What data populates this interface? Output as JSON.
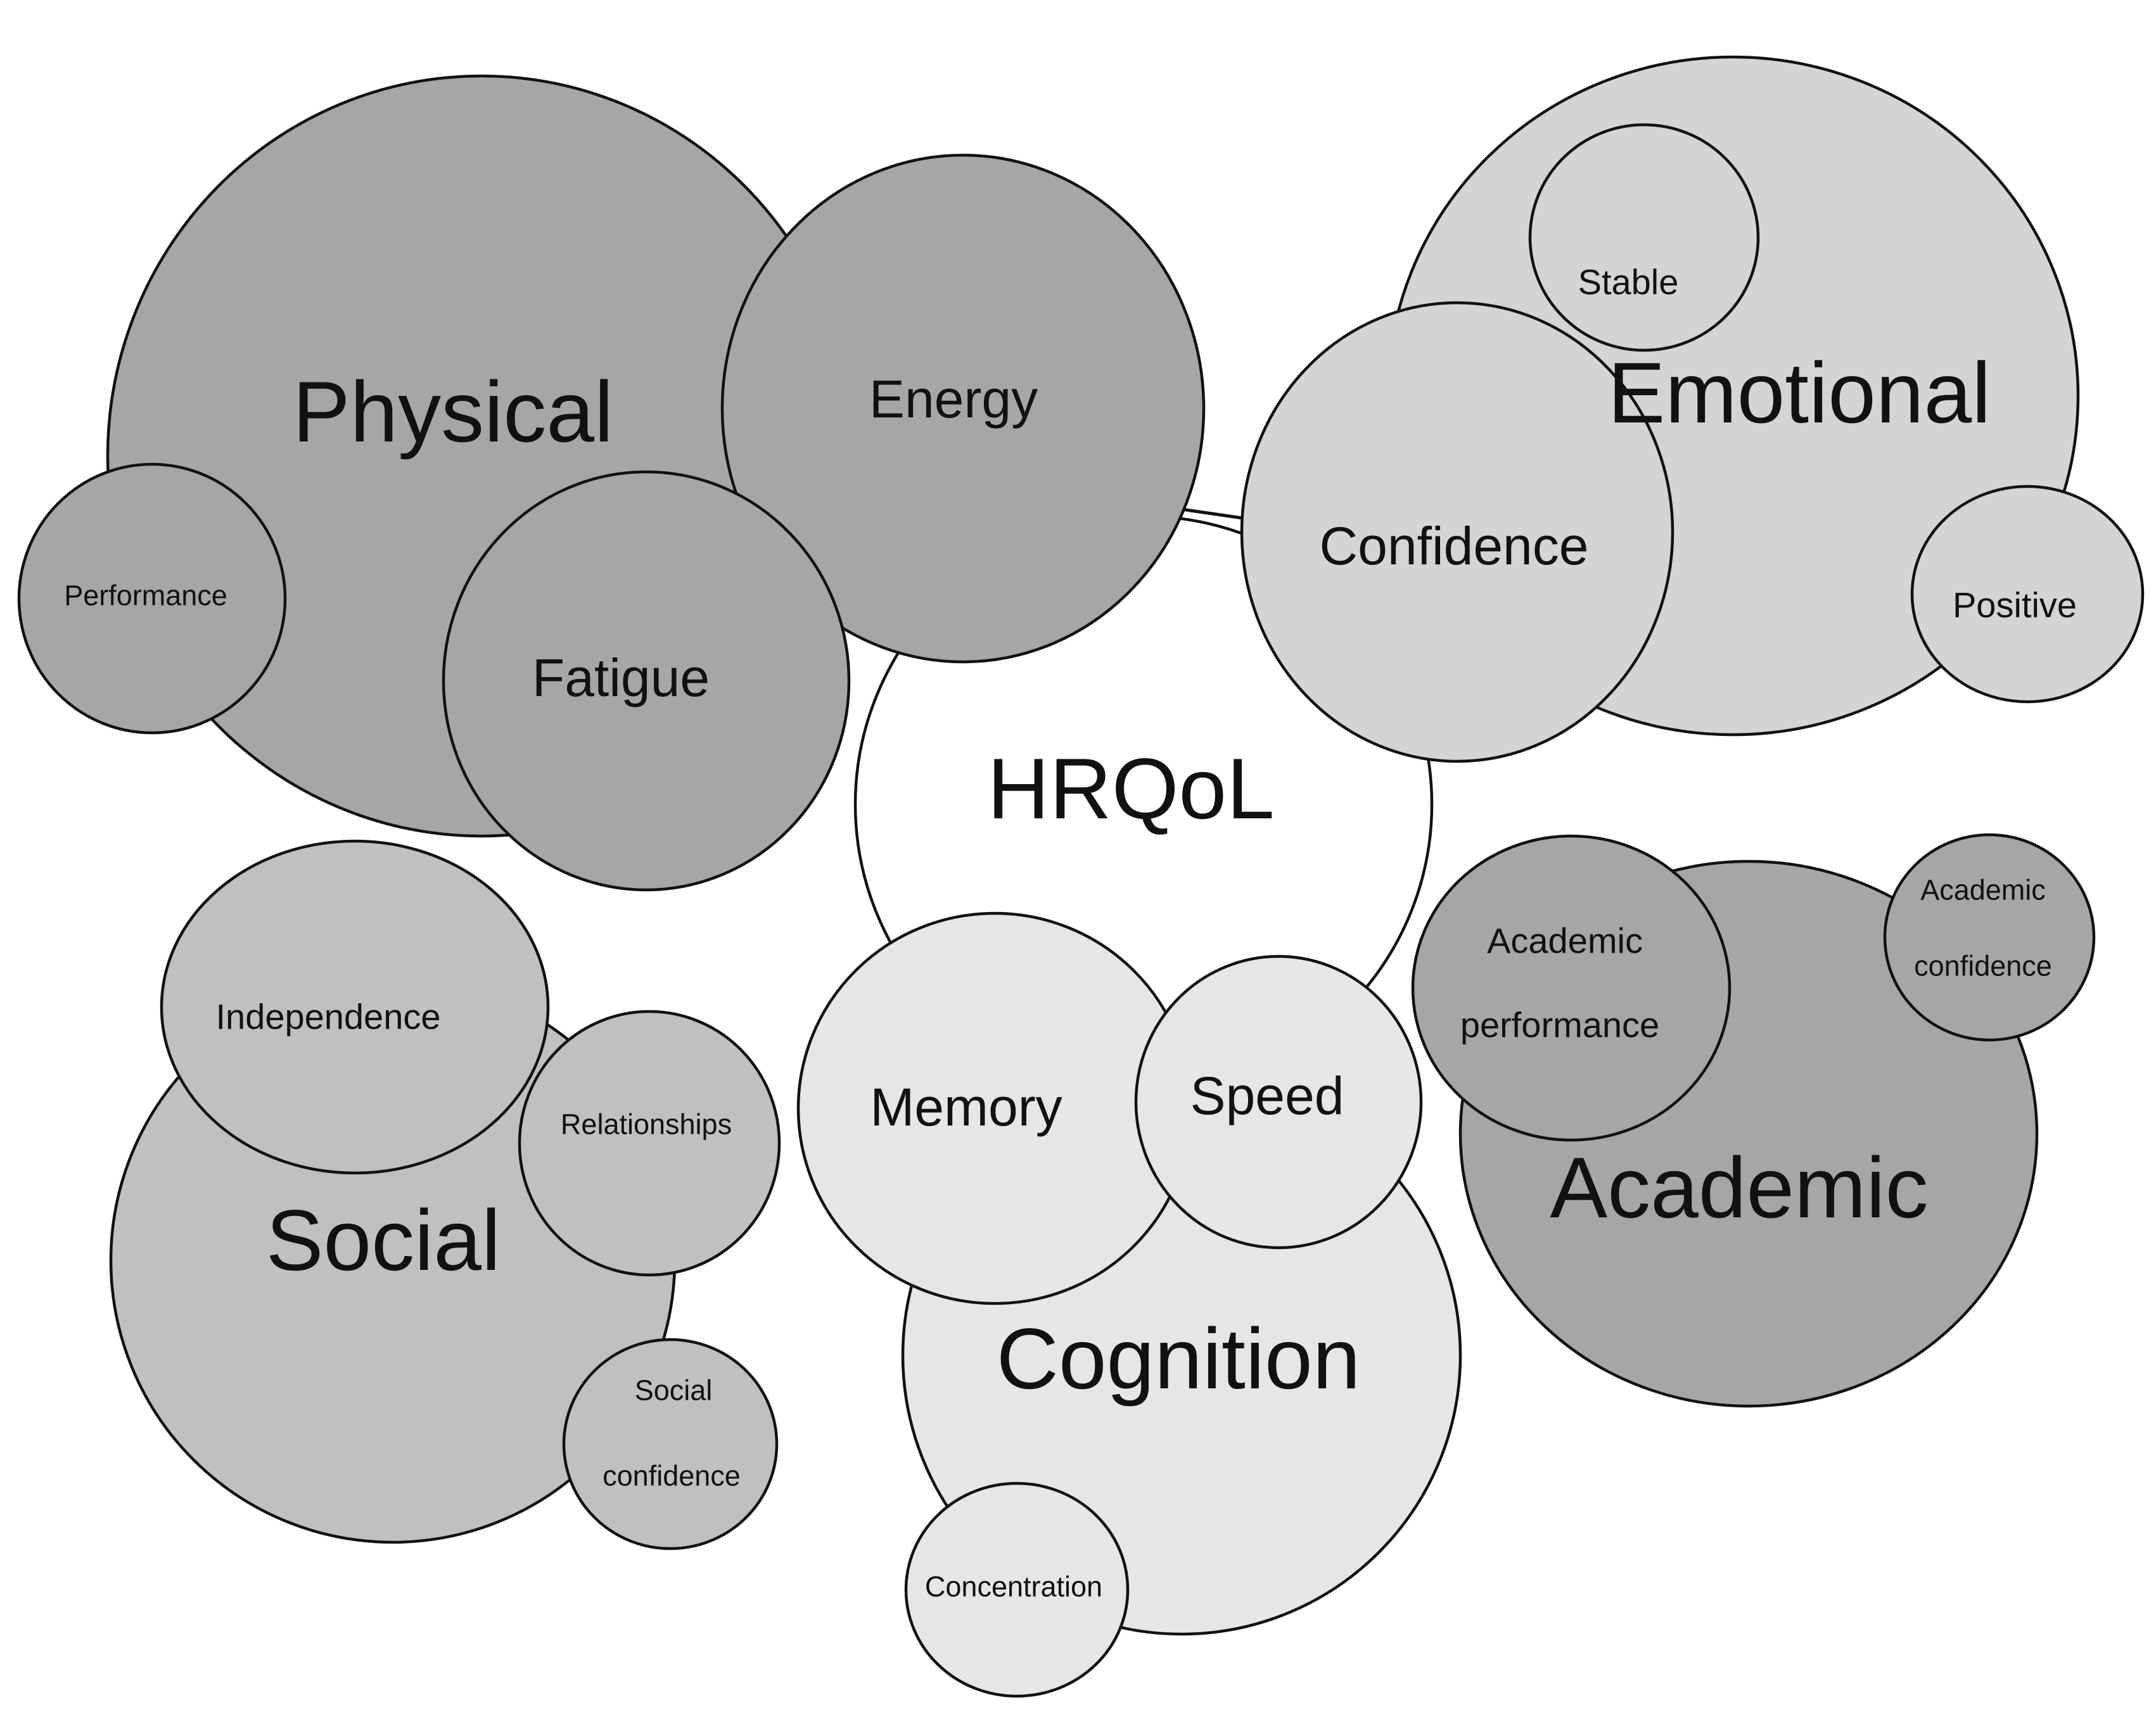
{
  "center": {
    "label": "HRQoL"
  },
  "physical": {
    "label": "Physical",
    "energy": "Energy",
    "fatigue": "Fatigue",
    "performance": "Performance"
  },
  "emotional": {
    "label": "Emotional",
    "stable": "Stable",
    "confidence": "Confidence",
    "positive": "Positive"
  },
  "social": {
    "label": "Social",
    "independence": "Independence",
    "relationships": "Relationships",
    "social_confidence_line1": "Social",
    "social_confidence_line2": "confidence"
  },
  "cognition": {
    "label": "Cognition",
    "memory": "Memory",
    "speed": "Speed",
    "concentration": "Concentration"
  },
  "academic": {
    "label": "Academic",
    "performance_line1": "Academic",
    "performance_line2": "performance",
    "confidence_line1": "Academic",
    "confidence_line2": "confidence"
  },
  "colors": {
    "physical": "#a6a6a6",
    "emotional": "#d4d4d4",
    "social": "#c0c0c0",
    "cognition": "#e6e6e6",
    "academic": "#a6a6a6",
    "center": "#ffffff",
    "outline": "#111111"
  }
}
